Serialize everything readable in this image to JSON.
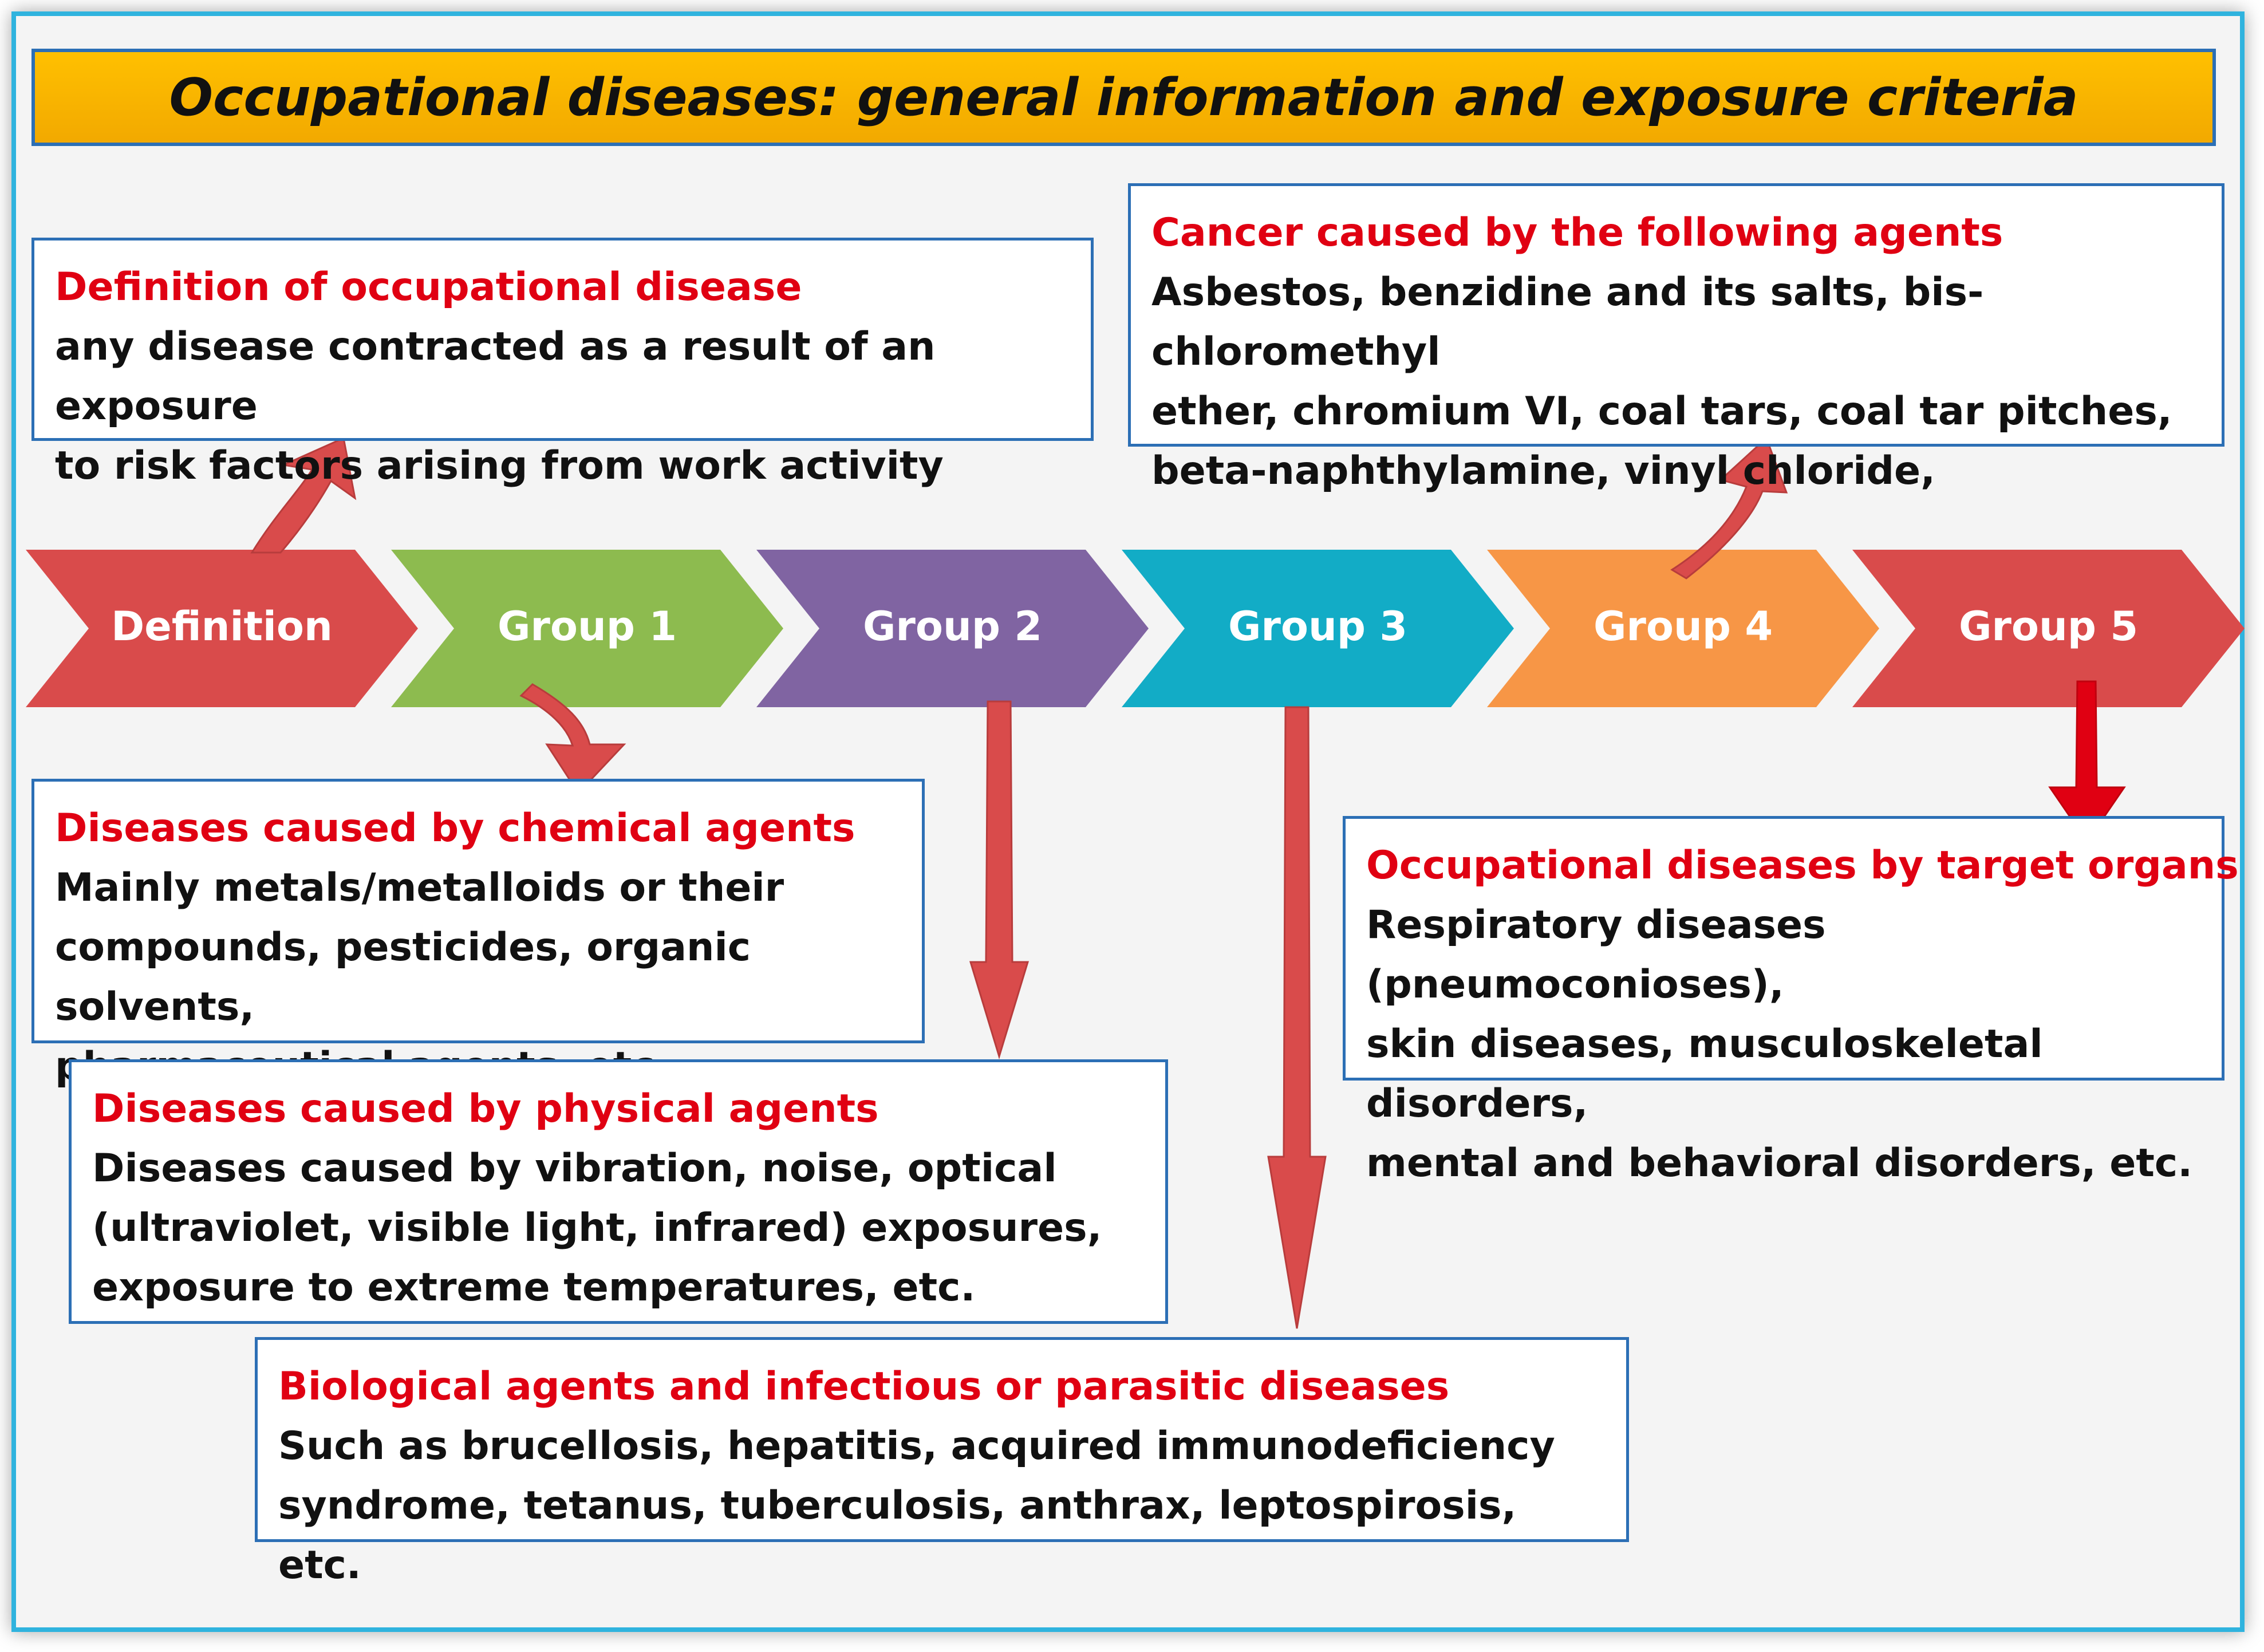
{
  "title": "Occupational diseases: general information and exposure criteria",
  "colors": {
    "frame_border": "#2fb3de",
    "title_background": "#ffc000",
    "box_border": "#2c6fb5",
    "heading_red": "#e00012",
    "arrow_red": "#d94b4b"
  },
  "chevrons": [
    {
      "label": "Definition",
      "color": "#d94b4b"
    },
    {
      "label": "Group 1",
      "color": "#8dbb4f"
    },
    {
      "label": "Group 2",
      "color": "#8064a2"
    },
    {
      "label": "Group 3",
      "color": "#12acc6"
    },
    {
      "label": "Group 4",
      "color": "#f79646"
    },
    {
      "label": "Group 5",
      "color": "#d94b4b"
    }
  ],
  "boxes": {
    "definition": {
      "title": "Definition of occupational disease",
      "lines": [
        "any disease contracted as a result of an exposure",
        "to risk factors arising from work activity"
      ]
    },
    "cancer": {
      "title": "Cancer caused by the following agents",
      "lines": [
        "Asbestos, benzidine and its salts, bis-chloromethyl",
        "ether, chromium VI, coal tars, coal tar pitches,",
        "beta-naphthylamine, vinyl chloride,"
      ]
    },
    "chemical": {
      "title": "Diseases caused by chemical agents",
      "lines": [
        "Mainly metals/metalloids or their",
        "compounds, pesticides, organic solvents,",
        "pharmaceutical agents, etc."
      ]
    },
    "physical": {
      "title": "Diseases caused by physical agents",
      "lines": [
        "Diseases caused by vibration, noise, optical",
        "(ultraviolet, visible light, infrared) exposures,",
        "exposure to extreme temperatures, etc."
      ]
    },
    "biological": {
      "title": "Biological agents and infectious or parasitic diseases",
      "lines": [
        "Such as brucellosis, hepatitis, acquired immunodeficiency",
        "syndrome, tetanus, tuberculosis, anthrax, leptospirosis, etc."
      ]
    },
    "organs": {
      "title": "Occupational diseases by target organs",
      "lines": [
        "Respiratory diseases (pneumoconioses),",
        "skin diseases, musculoskeletal disorders,",
        "mental and behavioral disorders, etc."
      ]
    }
  }
}
